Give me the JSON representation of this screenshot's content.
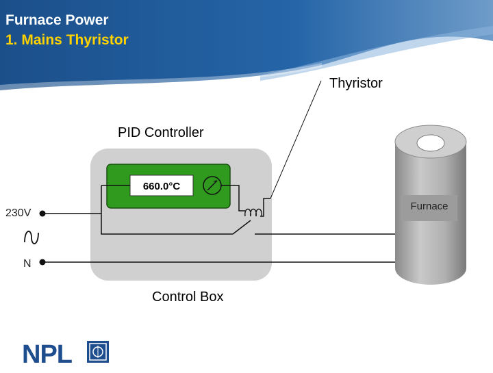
{
  "slide": {
    "title_line1": "Furnace Power",
    "title_line2": "1. Mains Thyristor"
  },
  "labels": {
    "thyristor": "Thyristor",
    "pid_controller": "PID Controller",
    "control_box": "Control Box",
    "voltage": "230V",
    "neutral": "N",
    "furnace": "Furnace",
    "display_value": "660.0°C"
  },
  "logo": {
    "text": "NPL"
  },
  "colors": {
    "header_blue": "#1d5a9a",
    "title_white": "#ffffff",
    "title_yellow": "#ffd200",
    "controller_green": "#2f9a1e",
    "box_grey": "#d0d0d0",
    "furnace_grey": "#b5b5b5",
    "logo_blue": "#1f4e8f"
  }
}
